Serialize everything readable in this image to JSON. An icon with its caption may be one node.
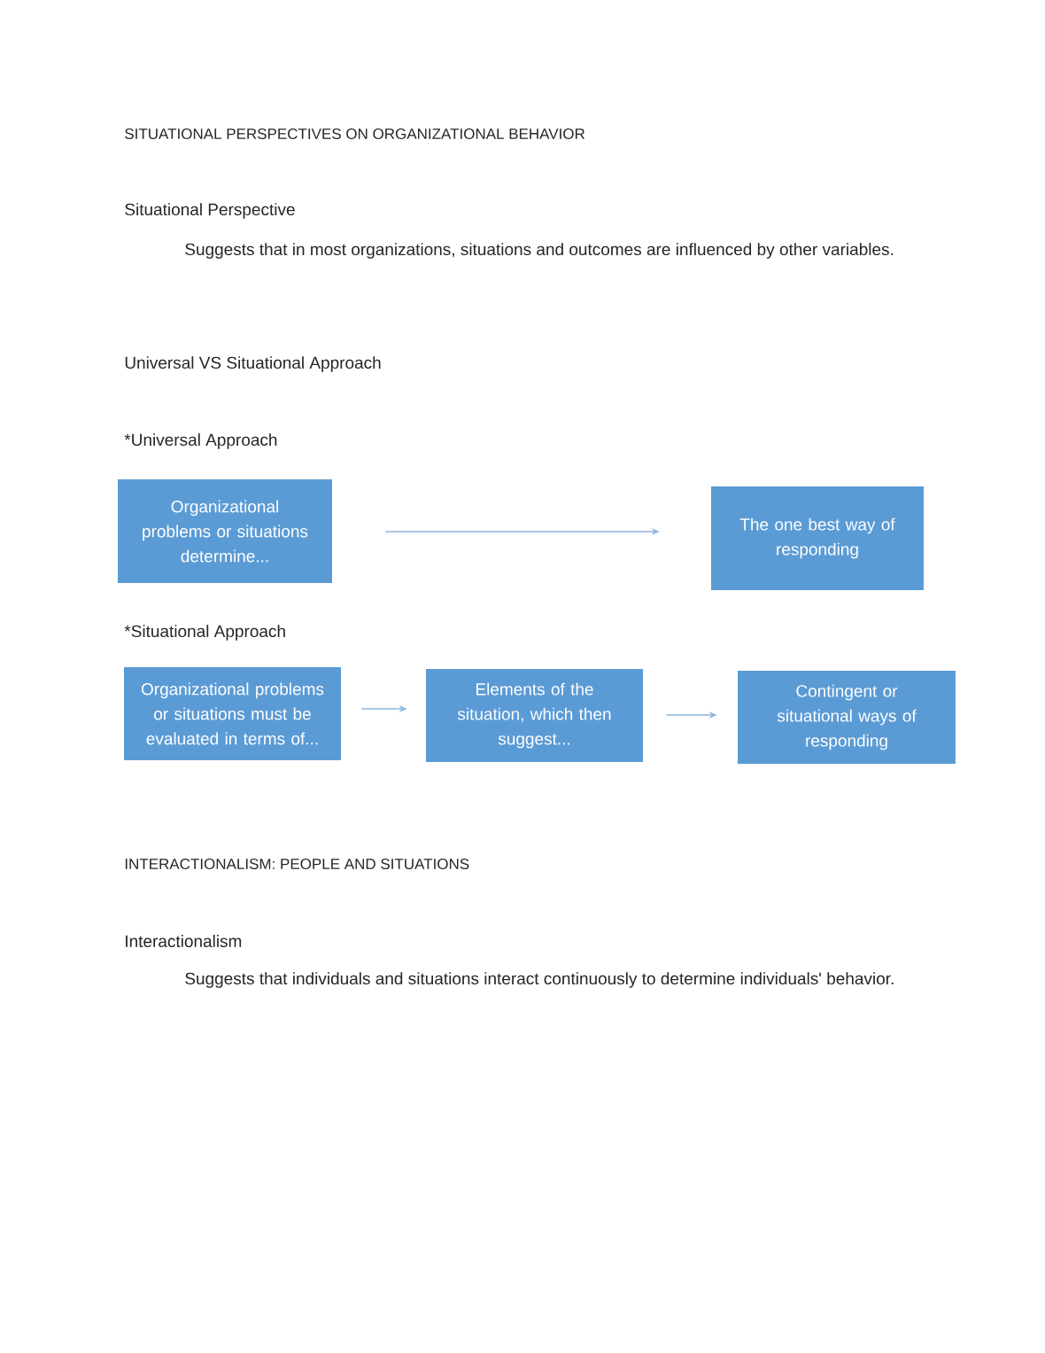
{
  "diagram": {
    "title": "SITUATIONAL PERSPECTIVES ON ORGANIZATIONAL BEHAVIOR",
    "nodes": [
      {
        "text": [
          "Organizational problems or situations determine..."
        ]
      },
      {
        "text": [
          "The one best way of responding"
        ]
      },
      {
        "text": [
          "Organizational problems or situations must be evaluated in terms of..."
        ]
      },
      {
        "text": [
          "Elements of the situation, which then suggest..."
        ]
      },
      {
        "text": [
          "Contingent or situational ways of responding"
        ]
      }
    ],
    "edges": [
      {
        "from": 0,
        "to": 1,
        "arrow": "to"
      },
      {
        "from": 2,
        "to": 3,
        "arrow": "to"
      },
      {
        "from": 3,
        "to": 4,
        "arrow": "to"
      }
    ],
    "labels": [
      "Situational Perspective",
      "Suggests that in most organizations, situations and outcomes are influenced by other variables.",
      "Universal VS Situational Approach",
      "*Universal Approach",
      "*Situational Approach",
      "INTERACTIONALISM: PEOPLE AND SITUATIONS",
      "Interactionalism",
      "Suggests that individuals and situations interact continuously to determine individuals' behavior."
    ]
  }
}
